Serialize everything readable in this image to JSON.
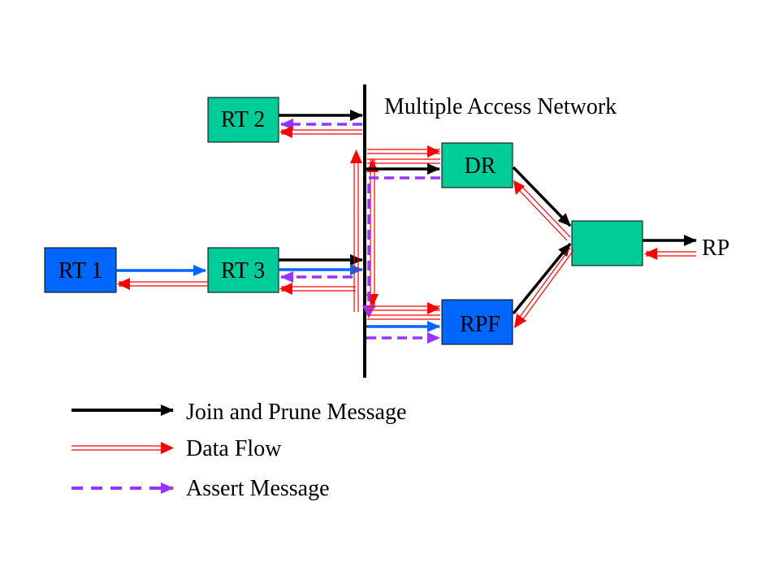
{
  "network_label": "Multiple Access Network",
  "nodes": {
    "rt2": "RT 2",
    "rt1": "RT 1",
    "rt3": "RT 3",
    "dr": "DR",
    "rpf": "RPF",
    "router": "",
    "rp": "RP"
  },
  "legend": {
    "join_prune": "Join and Prune Message",
    "data_flow": "Data Flow",
    "assert": "Assert Message"
  },
  "colors": {
    "green_node": "#00CC99",
    "blue_node": "#0066FF",
    "join_prune": "#000000",
    "data_flow": "#FF0000",
    "assert": "#9933FF",
    "blue_arrow": "#0066FF"
  }
}
